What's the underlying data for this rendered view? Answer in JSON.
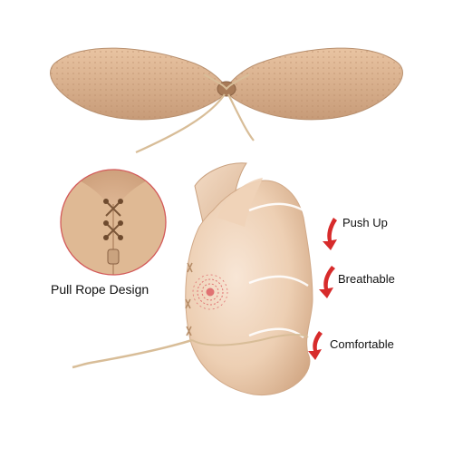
{
  "labels": {
    "pull_rope": "Pull Rope Design",
    "push_up": "Push Up",
    "breathable": "Breathable",
    "comfortable": "Comfortable"
  },
  "colors": {
    "skin": "#e8c6a6",
    "skin_dark": "#c99f7d",
    "skin_light": "#f3dcc6",
    "cord": "#d4b892",
    "circle_border": "#d35a5a",
    "arrow_red": "#d72b2b",
    "vent_red": "#e07272"
  }
}
